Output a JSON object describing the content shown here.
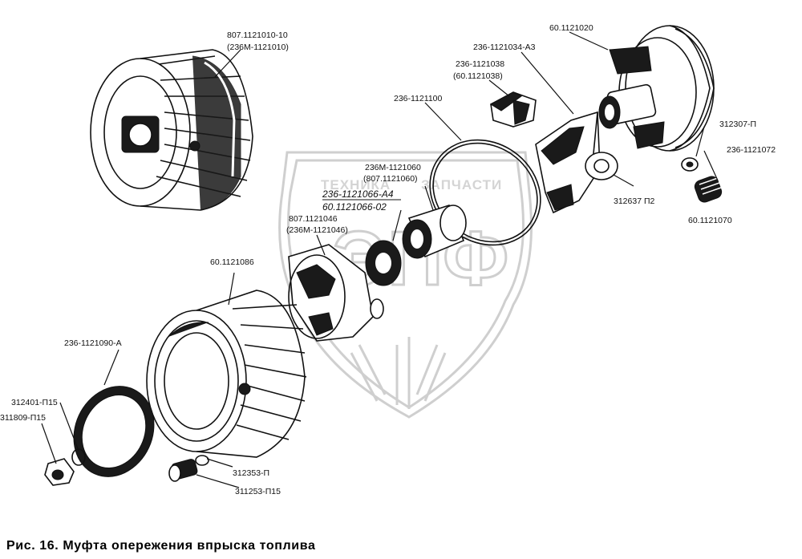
{
  "caption": "Рис. 16. Муфта опережения впрыска топлива",
  "watermark": {
    "line1": "ТЕХНИКА",
    "line2": "ЗАПЧАСТИ",
    "logo": "ЭПФ"
  },
  "labels": {
    "p807_1121010": "807.1121010-10",
    "p236M_1121010": "(236М-1121010)",
    "p60_1121020": "60.1121020",
    "p236_1121034": "236-1121034-А3",
    "p236_1121038": "236-1121038",
    "p60_1121038": "(60.1121038)",
    "p236_1121100": "236-1121100",
    "p236M_1121060": "236М-1121060",
    "p807_1121060": "(807.1121060)",
    "p236_1121066": "236-1121066-А4",
    "p60_1121066": "60.1121066-02",
    "p807_1121046": "807.1121046",
    "p236M_1121046": "(236М-1121046)",
    "p312307": "312307-П",
    "p236_1121072": "236-1121072",
    "p312637": "312637 П2",
    "p60_1121070": "60.1121070",
    "p60_1121086": "60.1121086",
    "p236_1121090": "236-1121090-А",
    "p312401": "312401-П15",
    "p311809": "311809-П15",
    "p312353": "312353-П",
    "p311253": "311253-П15"
  }
}
